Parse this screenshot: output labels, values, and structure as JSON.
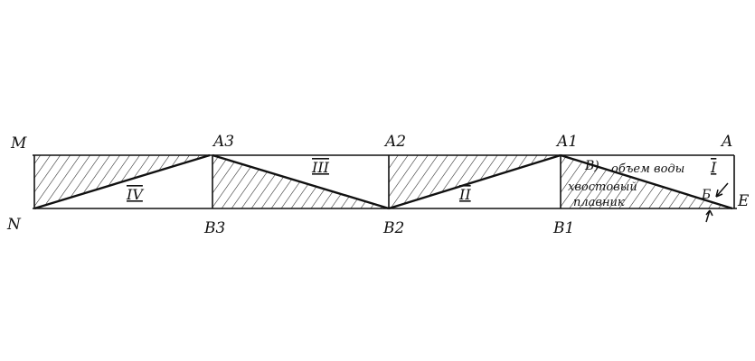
{
  "labels": {
    "M": "M",
    "N": "N",
    "A3": "A3",
    "A2": "A2",
    "A1": "A1",
    "A": "A",
    "B3": "B3",
    "B2": "B2",
    "B1": "B1",
    "E": "E",
    "V": "В)",
    "B": "Б"
  },
  "sections": {
    "I": "I",
    "II": "II",
    "III": "III",
    "IV": "IV"
  },
  "annotations": {
    "water_volume": "объем воды",
    "tail_fin_1": "хвостовый",
    "tail_fin_2": "плавник"
  },
  "colors": {
    "ink": "#111111"
  }
}
